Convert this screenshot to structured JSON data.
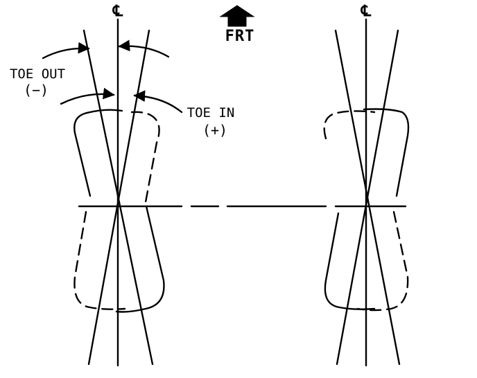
{
  "labels": {
    "centerline_left": "℄",
    "centerline_right": "℄",
    "front": "FRT",
    "toe_out": "TOE OUT",
    "toe_out_sign": "(−)",
    "toe_in": "TOE IN",
    "toe_in_sign": "(+)"
  },
  "colors": {
    "ink": "#000000",
    "background": "#ffffff"
  }
}
